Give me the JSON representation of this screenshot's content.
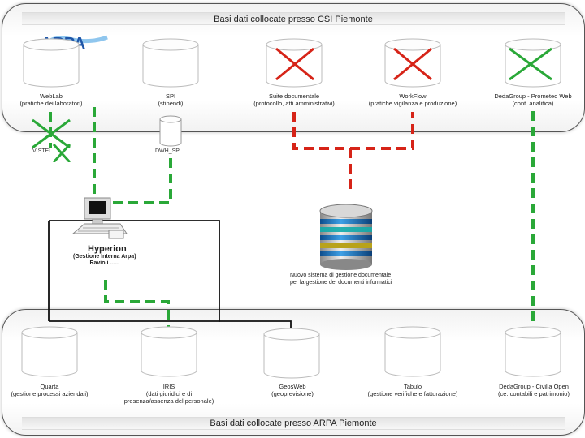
{
  "colors": {
    "red_dashed": "#d62418",
    "green_dashed": "#2aa838",
    "black_line": "#111111",
    "red_cross": "#d62418",
    "green_cross": "#2aa838",
    "server_blue": "#1e6fb5"
  },
  "top_panel": {
    "title": "Basi dati collocate presso CSI Piemonte",
    "databases": [
      {
        "name": "WebLab",
        "subtitle": "(pratiche dei laboratori)"
      },
      {
        "name": "SPI",
        "subtitle": "(stipendi)"
      },
      {
        "name": "Suite documentale",
        "subtitle": "(protocollo, atti amministrativi)"
      },
      {
        "name": "WorkFlow",
        "subtitle": "(pratiche vigilanza e produzione)"
      },
      {
        "name": "DedaGroup - Prometeo Web",
        "subtitle": "(cont. analitica)"
      }
    ]
  },
  "middle": {
    "vistel_label": "VISTEL",
    "dwh_label": "DWH_SP",
    "hyperion_title": "Hyperion",
    "hyperion_sub_line1": "(Gestione Interna Arpa)",
    "hyperion_sub_line2": "Ravioli ......",
    "new_system_line1": "Nuovo sistema di gestione documentale",
    "new_system_line2": "per la gestione dei documenti informatici"
  },
  "bottom_panel": {
    "title": "Basi dati collocate presso ARPA Piemonte",
    "databases": [
      {
        "name": "Quarta",
        "subtitle": "(gestione processi aziendali)"
      },
      {
        "name": "IRIS",
        "subtitle_line1": "(dati giuridici e di",
        "subtitle_line2": "presenza/assenza del personale)"
      },
      {
        "name": "GeosWeb",
        "subtitle": "(geoprevisione)"
      },
      {
        "name": "Tabulo",
        "subtitle": "(gestione verifiche e fatturazione)"
      },
      {
        "name": "DedaGroup - Civilia Open",
        "subtitle": "(ce. contabili e patrimonio)"
      }
    ]
  }
}
